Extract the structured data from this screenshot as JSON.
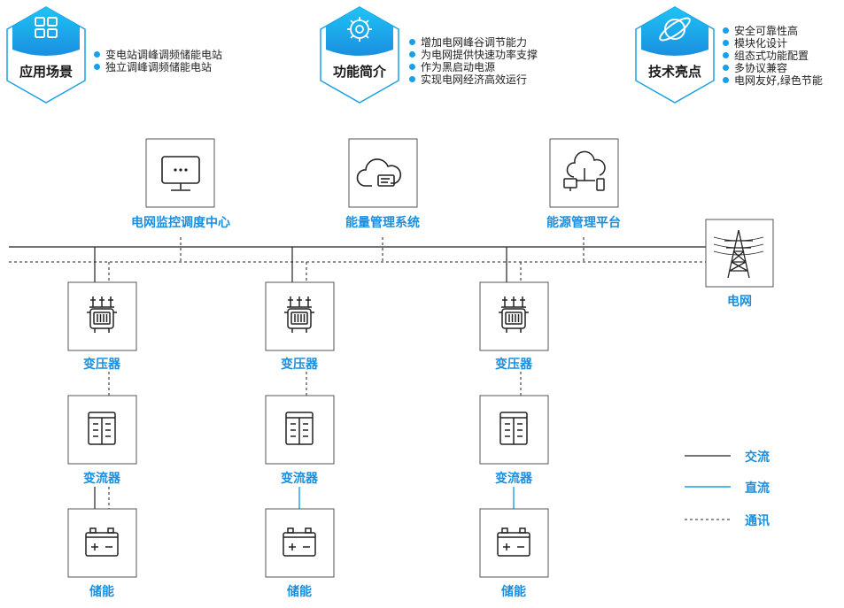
{
  "colors": {
    "accent": "#1aa0e6",
    "label": "#1a8fe0",
    "line": "#222222",
    "box_border": "#555555"
  },
  "header": {
    "scenes": {
      "title": "应用场景",
      "icon": "grid-icon",
      "items": [
        "变电站调峰调频储能电站",
        "独立调峰调频储能电站"
      ]
    },
    "functions": {
      "title": "功能简介",
      "icon": "gear-icon",
      "items": [
        "增加电网峰谷调节能力",
        "为电网提供快速功率支撑",
        "作为黑启动电源",
        "实现电网经济高效运行"
      ]
    },
    "highlights": {
      "title": "技术亮点",
      "icon": "planet-icon",
      "items": [
        "安全可靠性高",
        "模块化设计",
        "组态式功能配置",
        "多协议兼容",
        "电网友好,绿色节能"
      ]
    }
  },
  "top_systems": [
    {
      "label": "电网监控调度中心",
      "icon": "monitor-icon"
    },
    {
      "label": "能量管理系统",
      "icon": "cloud-icon"
    },
    {
      "label": "能源管理平台",
      "icon": "cloud-devices-icon"
    }
  ],
  "grid": {
    "label": "电网",
    "icon": "transmission-tower-icon"
  },
  "branches": [
    {
      "transformer": "变压器",
      "converter": "变流器",
      "storage": "储能"
    },
    {
      "transformer": "变压器",
      "converter": "变流器",
      "storage": "储能"
    },
    {
      "transformer": "变压器",
      "converter": "变流器",
      "storage": "储能"
    }
  ],
  "legend": {
    "ac": "交流",
    "dc": "直流",
    "comm": "通讯"
  }
}
